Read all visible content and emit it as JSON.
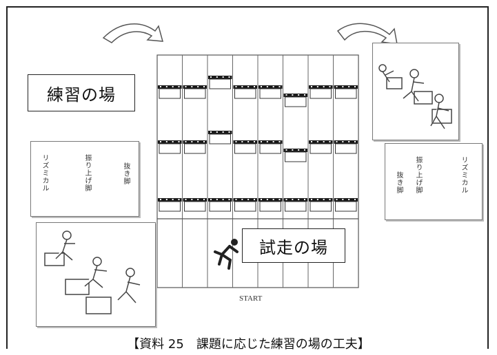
{
  "labels": {
    "practice_area": "練習の場",
    "trial_area": "試走の場",
    "start": "START",
    "caption": "【資料 25　課題に応じた練習の場の工夫】"
  },
  "cards": {
    "left": {
      "rhythmic": "リズミカル",
      "raise": "振り上げ脚",
      "lead": "抜き脚"
    },
    "right": {
      "rhythmic": "リズミカル",
      "raise": "振り上げ脚",
      "lead": "抜き脚"
    }
  },
  "track": {
    "lanes": 8
  },
  "icons": [
    "left-curved-arrow-icon",
    "right-curved-arrow-icon",
    "runner-icon",
    "hurdler-illustration"
  ]
}
